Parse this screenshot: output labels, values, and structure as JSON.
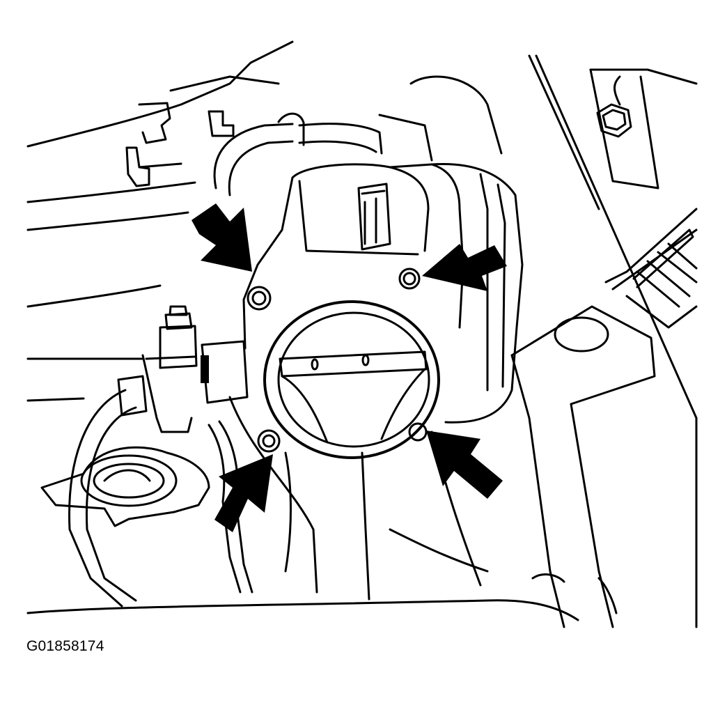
{
  "figure_id": "G01858174",
  "colors": {
    "ink": "#000000",
    "paper": "#ffffff"
  },
  "callouts": [
    {
      "icon": "arrow-icon",
      "points_to": "upper-left-mounting-bolt"
    },
    {
      "icon": "arrow-icon",
      "points_to": "upper-right-mounting-bolt"
    },
    {
      "icon": "arrow-icon",
      "points_to": "lower-left-mounting-bolt"
    },
    {
      "icon": "arrow-icon",
      "points_to": "lower-right-mounting-bolt"
    }
  ]
}
